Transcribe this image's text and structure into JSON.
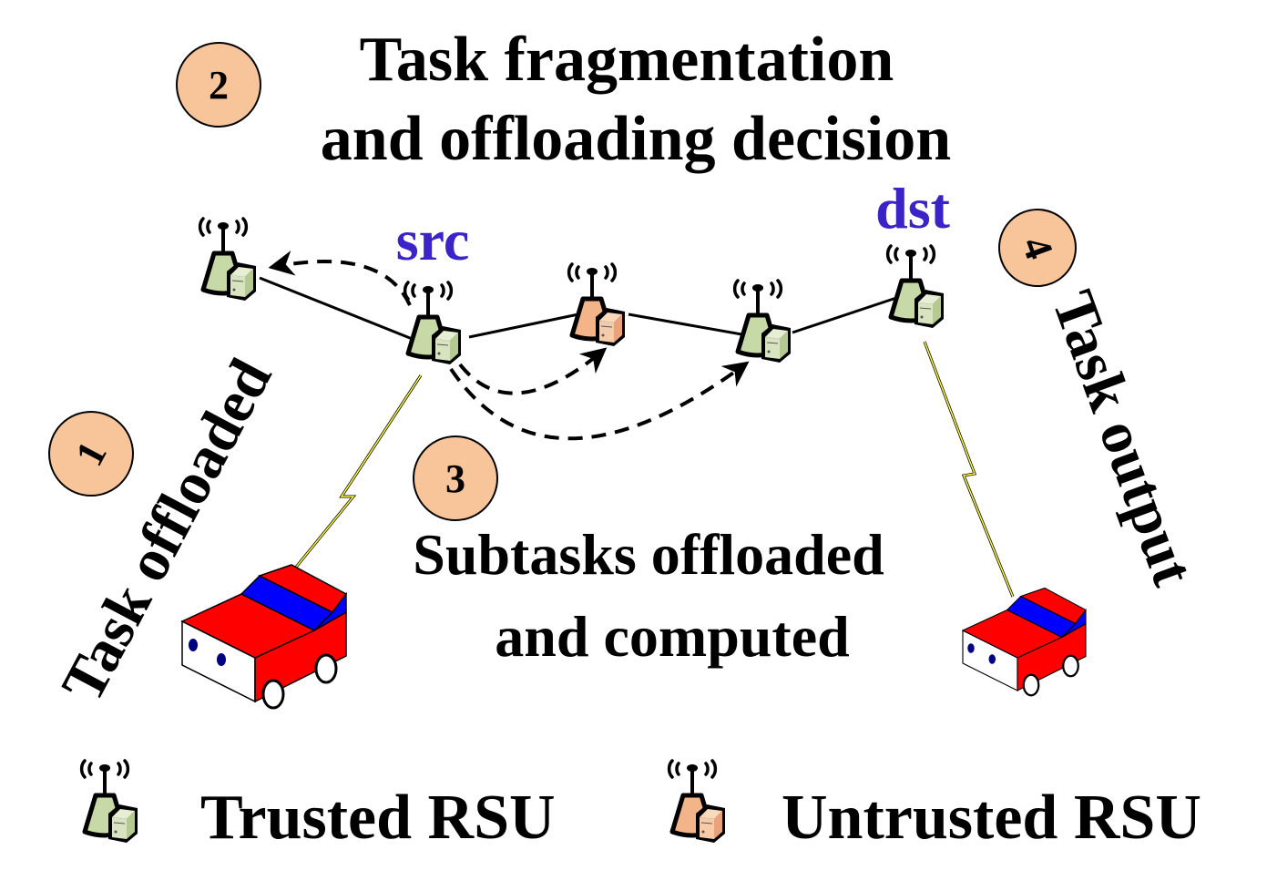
{
  "title": {
    "line1": "Task fragmentation",
    "line2": "and offloading decision"
  },
  "node_labels": {
    "src": "src",
    "dst": "dst"
  },
  "steps": [
    {
      "number": "1",
      "label": "Task offloaded"
    },
    {
      "number": "2",
      "label": "Task fragmentation and offloading decision"
    },
    {
      "number": "3",
      "label_line1": "Subtasks offloaded",
      "label_line2": "and computed"
    },
    {
      "number": "4",
      "label": "Task output"
    }
  ],
  "legend": {
    "trusted": "Trusted RSU",
    "untrusted": "Untrusted RSU"
  },
  "colors": {
    "trusted_rsu": "#c6d9a6",
    "untrusted_rsu": "#f4b48a",
    "badge": "#f8c49a",
    "label_blue": "#3a24c8",
    "car_body": "#ff0000",
    "car_window": "#0000ff",
    "wireless_link": "#ffff40"
  },
  "rsus": [
    {
      "id": "rsu-left",
      "type": "trusted"
    },
    {
      "id": "rsu-src",
      "type": "trusted"
    },
    {
      "id": "rsu-middle",
      "type": "untrusted"
    },
    {
      "id": "rsu-right",
      "type": "trusted"
    },
    {
      "id": "rsu-dst",
      "type": "trusted"
    }
  ]
}
